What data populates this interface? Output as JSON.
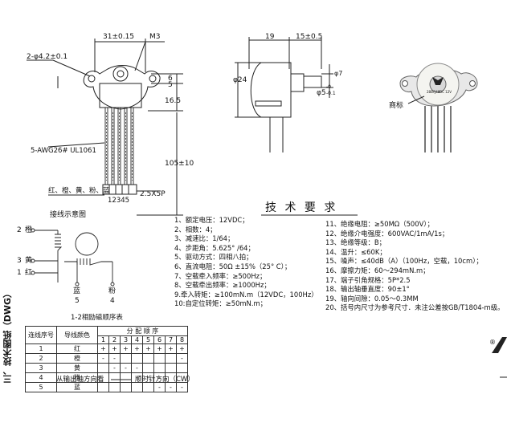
{
  "section_label": "三、技术图纸（DWG）",
  "front_view": {
    "dim_31": "31±0.15",
    "dim_m3": "M3",
    "dim_holes": "2-φ4.2±0.1",
    "dim_6": "6",
    "dim_5": "5",
    "dim_16_5": "16.5",
    "dim_lead": "105±10",
    "wire_label": "5-AWG26# UL1061",
    "colors_label": "红、橙、黄、粉、蓝",
    "pins_label": "12345",
    "connector_label": "2.5X5P"
  },
  "side_view": {
    "dim_19": "19",
    "dim_15": "15±0.5",
    "dim_d24": "φ24",
    "dim_d7": "φ7",
    "dim_d5": "φ5",
    "tol_top": "-0",
    "tol_bot": "-0.1"
  },
  "photo": {
    "brand_label": "商标",
    "model_text": "28BYJ48",
    "voltage_text": "DC 12V"
  },
  "wiring": {
    "title": "接线示意图",
    "orange_label": "橙",
    "orange_num": "2",
    "yellow_label": "黄",
    "yellow_num": "3",
    "red_label": "红",
    "red_num": "1",
    "blue_label": "蓝",
    "blue_num": "5",
    "pink_label": "粉",
    "pink_num": "4",
    "caption": "1-2相励磁顺序表"
  },
  "requirements": {
    "title": "技 术 要 求",
    "left": [
      "1、额定电压：12VDC；",
      "2、相数：4；",
      "3、减速比：1/64；",
      "4、步距角：5.625° /64；",
      "5、驱动方式：四相八拍；",
      "6、直流电阻：50Ω ±15%（25° C）；",
      "7、空载牵入频率：≥500Hz；",
      "8、空载牵出频率：≥1000Hz；",
      "9.牵入转矩：≥100mN.m（12VDC，100Hz）",
      "10:自定位转矩：≥50mN.m；"
    ],
    "right": [
      "11、绝缘电阻：≥50MΩ（500V）；",
      "12、绝缘介电强度：600VAC/1mA/1s；",
      "13、绝缘等级：B；",
      "14、温升：≤60K；",
      "15、噪声：≤40dB（A）（100Hz，空载，10cm）；",
      "16、摩擦力矩：60～294mN.m；",
      "17、端子引角规格：5P*2.5",
      "18、输出轴垂直度：90±1°",
      "19、轴向间隙：0.05～0.3MM",
      "20、括号内尺寸为参考尺寸．未注公差按GB/T1804-m级。"
    ]
  },
  "sequence_table": {
    "col_lead": "连线序号",
    "col_color": "导线颜色",
    "col_dist": "分 配 顺 序",
    "steps": [
      "1",
      "2",
      "3",
      "4",
      "5",
      "6",
      "7",
      "8"
    ],
    "rows": [
      {
        "num": "1",
        "color": "红",
        "cells": [
          "+",
          "+",
          "+",
          "+",
          "+",
          "+",
          "+",
          "+"
        ]
      },
      {
        "num": "2",
        "color": "橙",
        "cells": [
          "-",
          "-",
          "",
          "",
          "",
          "",
          "",
          "-"
        ]
      },
      {
        "num": "3",
        "color": "黄",
        "cells": [
          "",
          "-",
          "-",
          "-",
          "",
          "",
          "",
          ""
        ]
      },
      {
        "num": "4",
        "color": "粉",
        "cells": [
          "",
          "",
          "",
          "-",
          "-",
          "-",
          "",
          ""
        ]
      },
      {
        "num": "5",
        "color": "蓝",
        "cells": [
          "",
          "",
          "",
          "",
          "",
          "-",
          "-",
          "-"
        ]
      }
    ],
    "footer_left": "从输出轴方向看",
    "footer_right": "顺时针方向（CW）"
  },
  "right_edge_mark": "®"
}
